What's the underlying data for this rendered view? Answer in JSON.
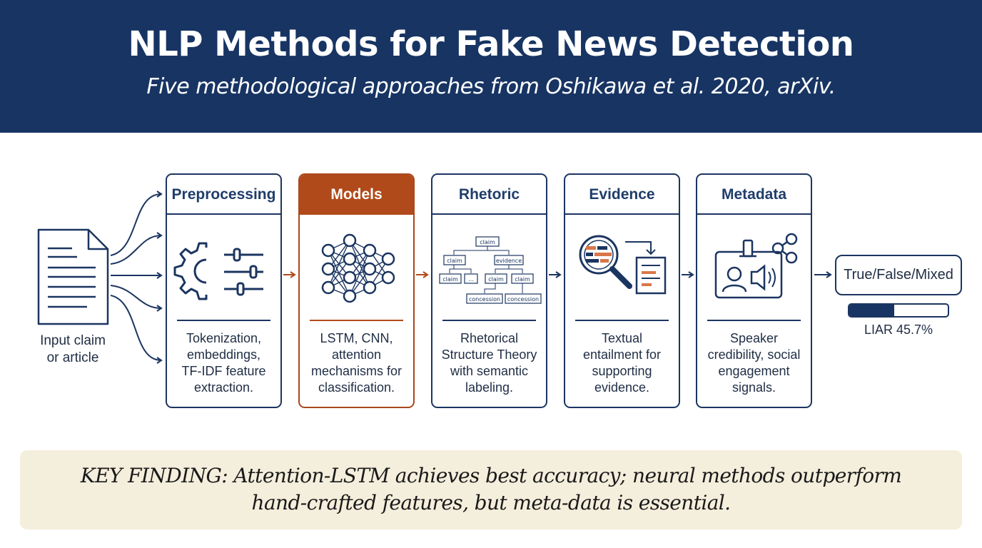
{
  "header": {
    "title": "NLP Methods for Fake News Detection",
    "subtitle": "Five methodological approaches from Oshikawa et al. 2020, arXiv."
  },
  "input": {
    "icon": "document-icon",
    "label_line1": "Input claim",
    "label_line2": "or article"
  },
  "stages": [
    {
      "title": "Preprocessing",
      "icon": "gear-sliders-icon",
      "desc": [
        "Tokenization,",
        "embeddings,",
        "TF-IDF feature",
        "extraction."
      ]
    },
    {
      "title": "Models",
      "icon": "neural-network-icon",
      "highlighted": true,
      "desc": [
        "LSTM, CNN,",
        "attention",
        "mechanisms for",
        "classification."
      ]
    },
    {
      "title": "Rhetoric",
      "icon": "discourse-tree-icon",
      "desc": [
        "Rhetorical",
        "Structure Theory",
        "with semantic",
        "labeling."
      ],
      "tree_nodes": {
        "root": "claim",
        "left": "claim",
        "right": "evidence",
        "leaf1": "claim",
        "leaf2": "...",
        "leaf3": "claim",
        "leaf4": "claim",
        "leaf5": "concession",
        "leaf6": "concession"
      }
    },
    {
      "title": "Evidence",
      "icon": "magnifier-document-icon",
      "desc": [
        "Textual",
        "entailment for",
        "supporting",
        "evidence."
      ]
    },
    {
      "title": "Metadata",
      "icon": "id-badge-share-icon",
      "desc": [
        "Speaker",
        "credibility, social",
        "engagement",
        "signals."
      ]
    }
  ],
  "output": {
    "label": "True/False/Mixed",
    "meter_fraction": 0.457,
    "meter_label": "LIAR 45.7%"
  },
  "finding": {
    "line1": "KEY FINDING: Attention-LSTM achieves best accuracy; neural methods outperform",
    "line2": "hand-crafted features, but meta-data is essential."
  },
  "colors": {
    "navy": "#173463",
    "accent": "#b14a1a",
    "highlight": "#d9774a",
    "finding_bg": "#f4eedc"
  }
}
